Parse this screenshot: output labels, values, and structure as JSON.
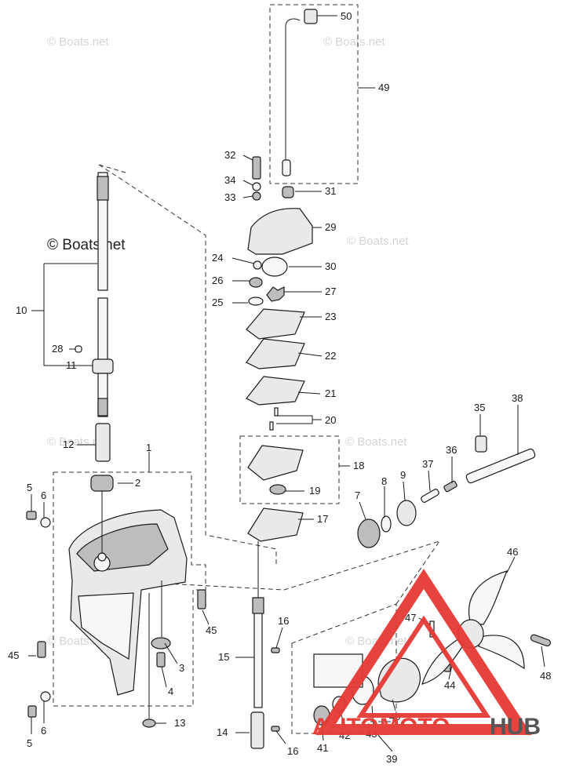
{
  "watermarks": [
    "© Boats.net",
    "© Boats.net",
    "© Boats.net",
    "© Boats.net",
    "© Boats.net",
    "© Boats.net",
    "© Boats.net"
  ],
  "main_watermark": "© Boats.net",
  "logo": {
    "word1": "AUTO",
    "word2": "MOTO",
    "word3": "HUB",
    "colors": {
      "red": "#e53935",
      "gray": "#4d4d4d"
    }
  },
  "callouts": [
    {
      "id": "c1",
      "text": "1"
    },
    {
      "id": "c2",
      "text": "2"
    },
    {
      "id": "c3",
      "text": "3"
    },
    {
      "id": "c4",
      "text": "4"
    },
    {
      "id": "c5a",
      "text": "5"
    },
    {
      "id": "c5b",
      "text": "5"
    },
    {
      "id": "c6a",
      "text": "6"
    },
    {
      "id": "c6b",
      "text": "6"
    },
    {
      "id": "c7",
      "text": "7"
    },
    {
      "id": "c8",
      "text": "8"
    },
    {
      "id": "c9",
      "text": "9"
    },
    {
      "id": "c10",
      "text": "10"
    },
    {
      "id": "c11",
      "text": "11"
    },
    {
      "id": "c12",
      "text": "12"
    },
    {
      "id": "c13",
      "text": "13"
    },
    {
      "id": "c14",
      "text": "14"
    },
    {
      "id": "c15",
      "text": "15"
    },
    {
      "id": "c16a",
      "text": "16"
    },
    {
      "id": "c16b",
      "text": "16"
    },
    {
      "id": "c17",
      "text": "17"
    },
    {
      "id": "c18",
      "text": "18"
    },
    {
      "id": "c19",
      "text": "19"
    },
    {
      "id": "c20",
      "text": "20"
    },
    {
      "id": "c21",
      "text": "21"
    },
    {
      "id": "c22",
      "text": "22"
    },
    {
      "id": "c23",
      "text": "23"
    },
    {
      "id": "c24",
      "text": "24"
    },
    {
      "id": "c25",
      "text": "25"
    },
    {
      "id": "c26",
      "text": "26"
    },
    {
      "id": "c27",
      "text": "27"
    },
    {
      "id": "c28",
      "text": "28"
    },
    {
      "id": "c29",
      "text": "29"
    },
    {
      "id": "c30",
      "text": "30"
    },
    {
      "id": "c31",
      "text": "31"
    },
    {
      "id": "c32",
      "text": "32"
    },
    {
      "id": "c33",
      "text": "33"
    },
    {
      "id": "c34",
      "text": "34"
    },
    {
      "id": "c35",
      "text": "35"
    },
    {
      "id": "c36",
      "text": "36"
    },
    {
      "id": "c37",
      "text": "37"
    },
    {
      "id": "c38",
      "text": "38"
    },
    {
      "id": "c39",
      "text": "39"
    },
    {
      "id": "c40",
      "text": "40"
    },
    {
      "id": "c41",
      "text": "41"
    },
    {
      "id": "c42",
      "text": "42"
    },
    {
      "id": "c43",
      "text": "43"
    },
    {
      "id": "c44",
      "text": "44"
    },
    {
      "id": "c45a",
      "text": "45"
    },
    {
      "id": "c45b",
      "text": "45"
    },
    {
      "id": "c46",
      "text": "46"
    },
    {
      "id": "c47",
      "text": "47"
    },
    {
      "id": "c48",
      "text": "48"
    },
    {
      "id": "c49",
      "text": "49"
    },
    {
      "id": "c50",
      "text": "50"
    }
  ]
}
